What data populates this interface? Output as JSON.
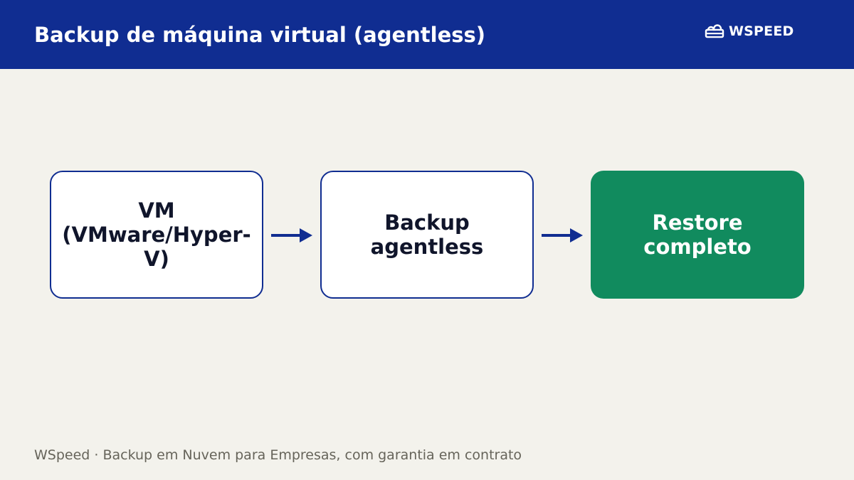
{
  "header": {
    "title": "Backup de máquina virtual (agentless)",
    "logo_text": "WSPEED",
    "logo_icon": "cloud-server-icon",
    "background_color": "#102d91"
  },
  "flow": {
    "nodes": [
      {
        "label": "VM\n(VMware/Hyper-V)",
        "style": "outline"
      },
      {
        "label": "Backup\nagentless",
        "style": "outline"
      },
      {
        "label": "Restore\ncompleto",
        "style": "filled"
      }
    ],
    "arrow_icon": "arrow-right-icon"
  },
  "footer": {
    "text": "WSpeed · Backup em Nuvem para Empresas, com garantia em contrato"
  },
  "colors": {
    "primary": "#102d91",
    "success": "#118b5e",
    "background": "#f3f2ec",
    "text_dark": "#10152b",
    "footer_text": "#66645a"
  }
}
